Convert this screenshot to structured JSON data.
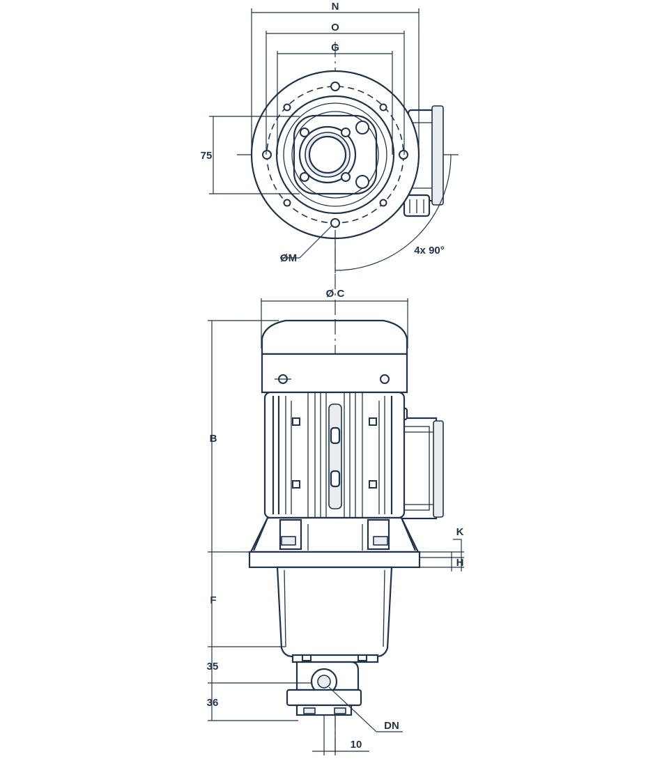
{
  "labels": {
    "n": "N",
    "o": "O",
    "g": "G",
    "dim_75": "75",
    "phi_m": "ØM",
    "angle": "4x 90°",
    "phi_c": "Ø C",
    "b": "B",
    "k": "K",
    "h": "H",
    "f": "F",
    "dim_35": "35",
    "dim_36": "36",
    "dn": "DN",
    "dim_10": "10"
  }
}
